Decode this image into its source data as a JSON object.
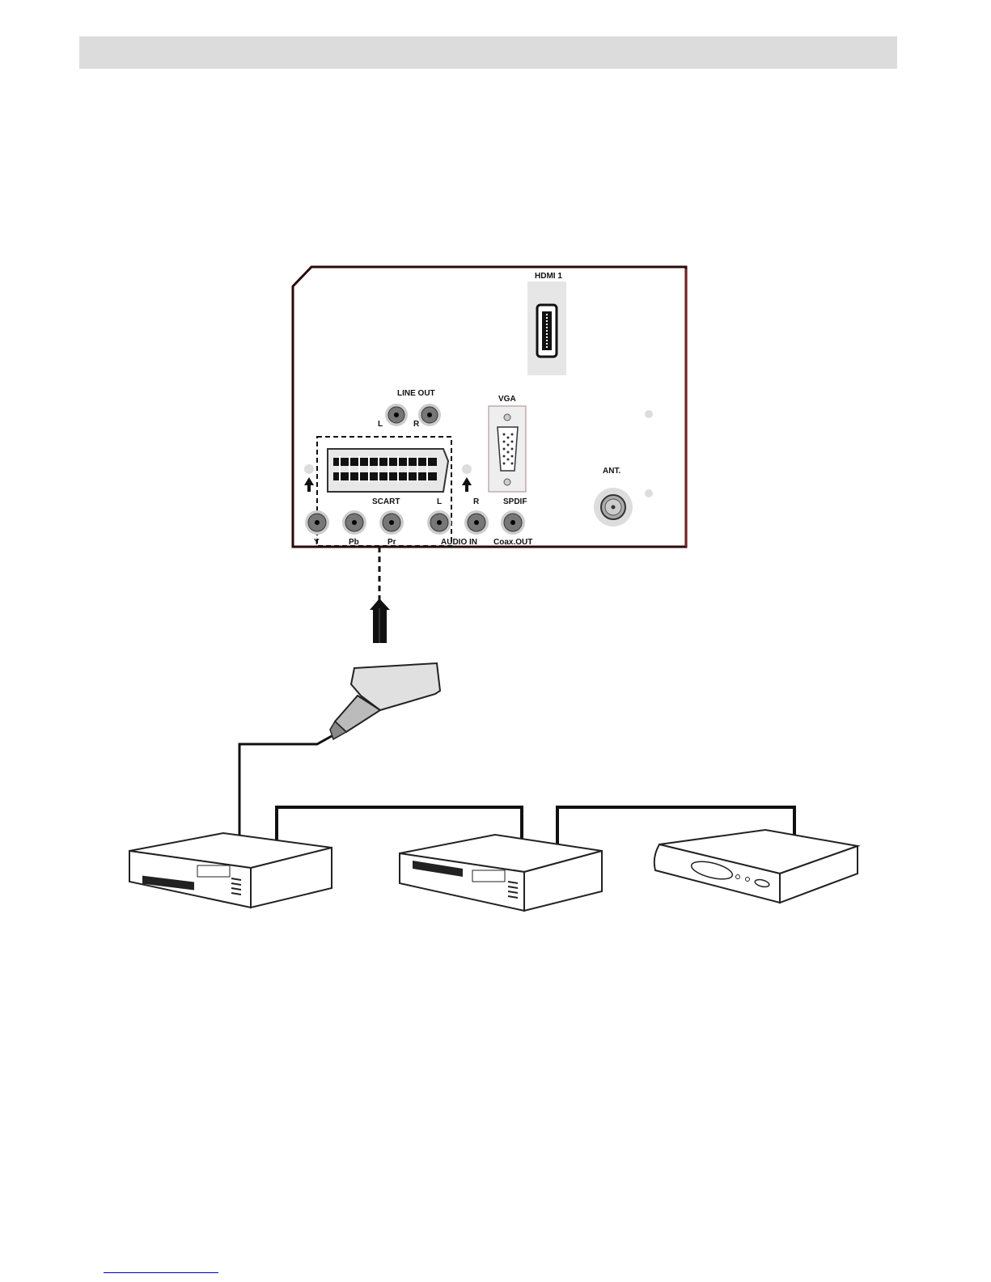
{
  "panel": {
    "hdmi_label": "HDMI 1",
    "line_out_label": "LINE OUT",
    "line_out_left": "L",
    "line_out_right": "R",
    "vga_label": "VGA",
    "scart_label": "SCART",
    "audio_l": "L",
    "audio_r": "R",
    "spdif_label": "SPDIF",
    "y_label": "Y",
    "pb_label": "Pb",
    "pr_label": "Pr",
    "audio_in_label": "AUDIO IN",
    "coax_out_label": "Coax.OUT",
    "ant_label": "ANT."
  },
  "colors": {
    "panel_border": "#8b1a1a",
    "header_bar": "#dcdcdc",
    "jack_ring": "#888888"
  },
  "devices": [
    {
      "icon": "vcr-icon"
    },
    {
      "icon": "dvd-recorder-icon"
    },
    {
      "icon": "set-top-box-icon"
    }
  ]
}
